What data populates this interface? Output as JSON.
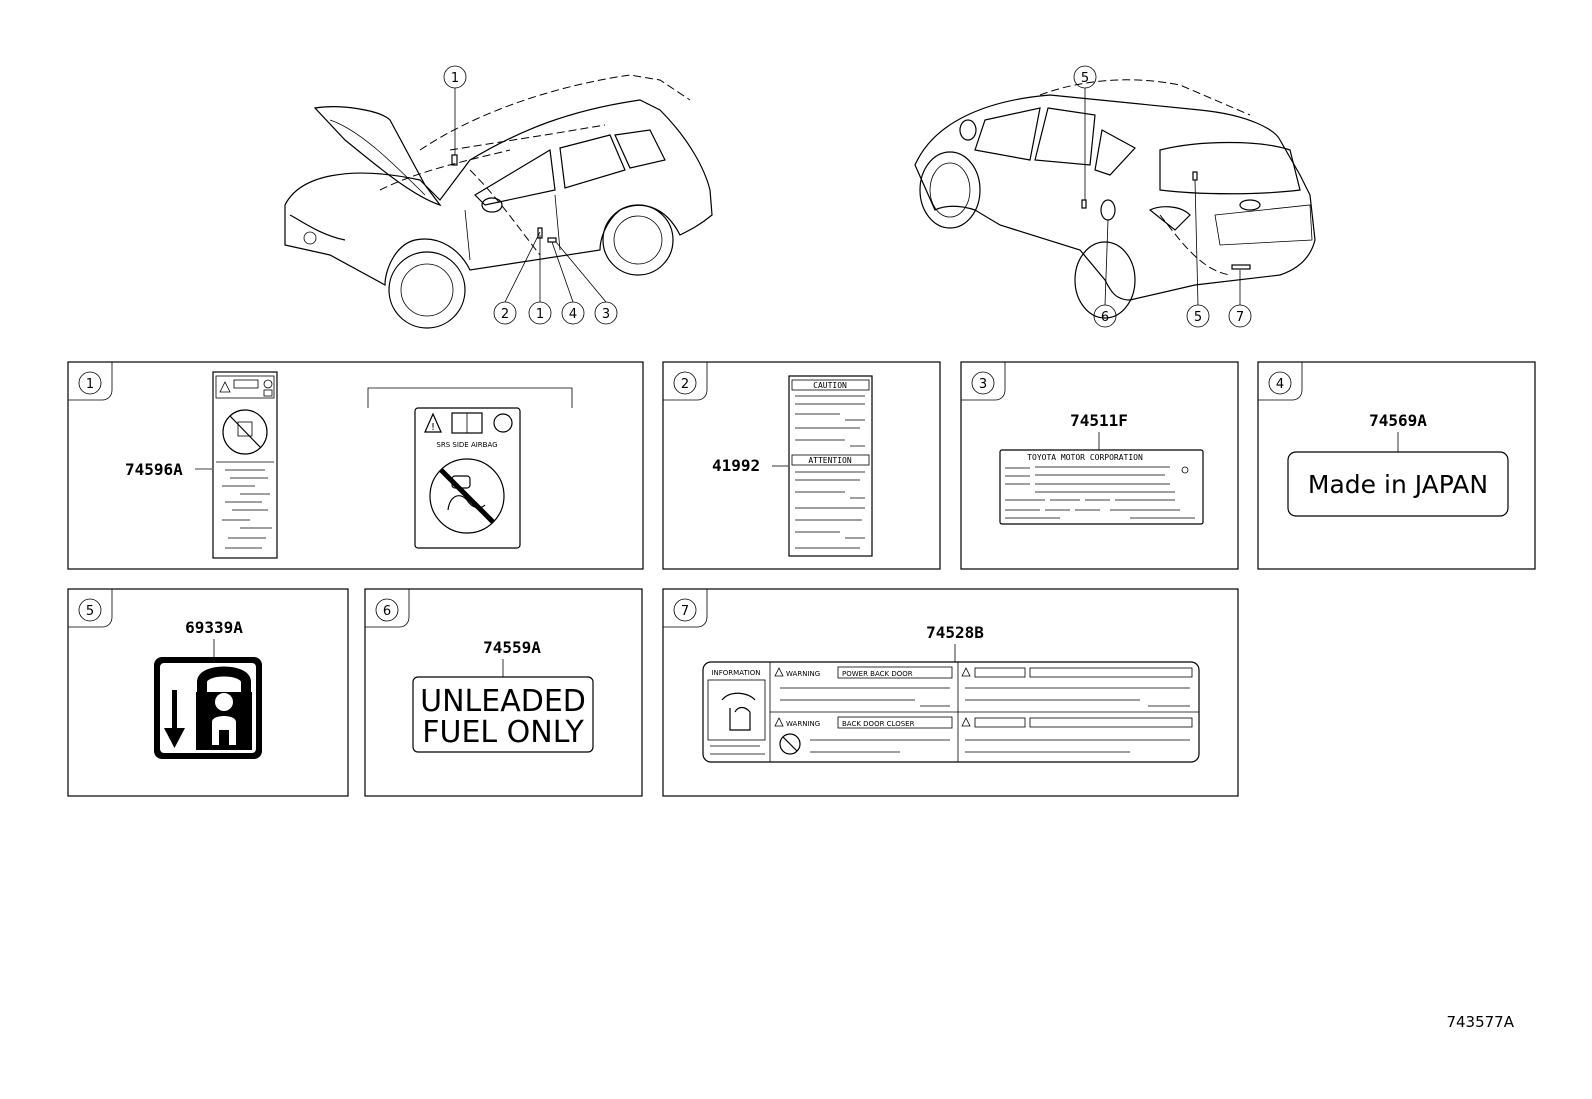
{
  "drawing_code": "743577A",
  "front_view": {
    "callouts": [
      "1",
      "2",
      "1",
      "4",
      "3"
    ]
  },
  "rear_view": {
    "callouts": [
      "5",
      "6",
      "5",
      "7"
    ]
  },
  "panels": [
    {
      "index": "1",
      "part_number": "74596A",
      "sticker_text": "SRS  SIDE  AIRBAG"
    },
    {
      "index": "2",
      "part_number": "41992",
      "header_1": "CAUTION",
      "header_2": "ATTENTION"
    },
    {
      "index": "3",
      "part_number": "74511F",
      "header": "TOYOTA MOTOR CORPORATION"
    },
    {
      "index": "4",
      "part_number": "74569A",
      "label_text": "Made in JAPAN"
    },
    {
      "index": "5",
      "part_number": "69339A"
    },
    {
      "index": "6",
      "part_number": "74559A",
      "line_1": "UNLEADED",
      "line_2": "FUEL ONLY"
    },
    {
      "index": "7",
      "part_number": "74528B",
      "info_label": "INFORMATION",
      "warning_1": "WARNING",
      "warning_1_text": "POWER  BACK  DOOR",
      "warning_2": "WARNING",
      "warning_2_text": "BACK  DOOR  CLOSER"
    }
  ]
}
